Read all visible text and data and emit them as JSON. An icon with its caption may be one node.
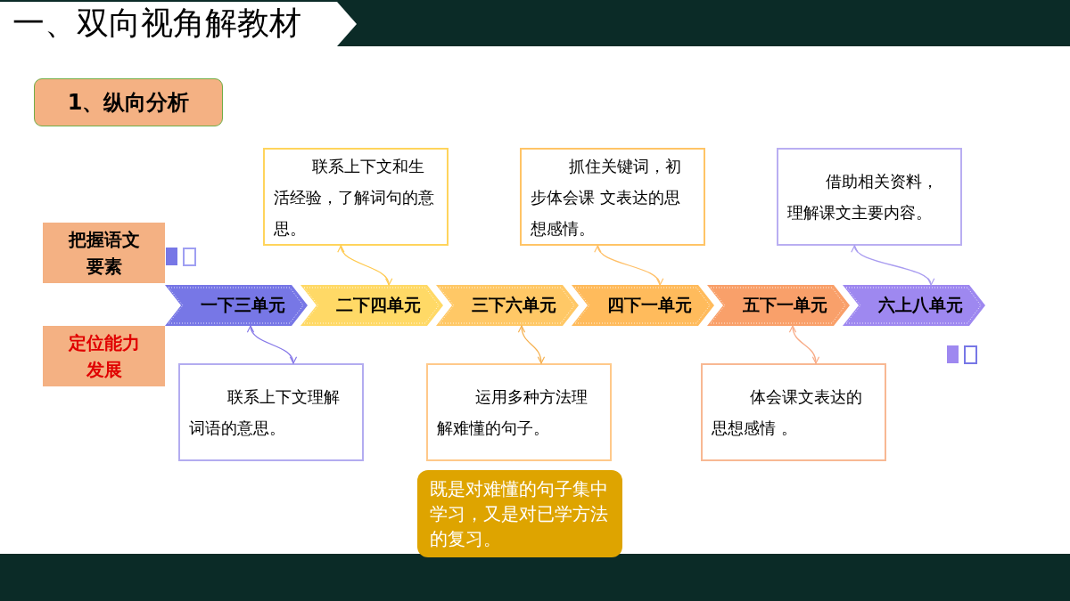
{
  "diagram": {
    "title": "一、双向视角解教材",
    "nodes": [
      {
        "text": [
          "1、纵向分析"
        ]
      },
      {
        "text": [
          "把握语文要素"
        ]
      },
      {
        "text": [
          "定位能力发展"
        ]
      },
      {
        "text": [
          "一下三单元"
        ]
      },
      {
        "text": [
          "二下四单元"
        ]
      },
      {
        "text": [
          "三下六单元"
        ]
      },
      {
        "text": [
          "四下一单元"
        ]
      },
      {
        "text": [
          "五下一单元"
        ]
      },
      {
        "text": [
          "六上八单元"
        ]
      },
      {
        "text": [
          "联系上下文和生活经验，了解词句的意思。"
        ]
      },
      {
        "text": [
          "抓住关键词，初步体会课 文表达的思想感情。"
        ]
      },
      {
        "text": [
          "借助相关资料，理解课文主要内容。"
        ]
      },
      {
        "text": [
          "联系上下文理解词语的意思。"
        ]
      },
      {
        "text": [
          "运用多种方法理解难懂的句子。"
        ]
      },
      {
        "text": [
          "体会课文表达的思想感情 。"
        ]
      },
      {
        "text": [
          "既是对难懂的句子集中学习，又是对已学方法的复习。"
        ]
      }
    ],
    "edges": [
      {
        "from": 9,
        "to": 4,
        "arrow": "both",
        "color": "#ffc94d"
      },
      {
        "from": 10,
        "to": 6,
        "arrow": "both",
        "color": "#ffbf66"
      },
      {
        "from": 11,
        "to": 8,
        "arrow": "both",
        "color": "#a99cf0"
      },
      {
        "from": 3,
        "to": 12,
        "arrow": "both",
        "color": "#8577e8"
      },
      {
        "from": 5,
        "to": 13,
        "arrow": "both",
        "color": "#f5b04f"
      },
      {
        "from": 7,
        "to": 14,
        "arrow": "both",
        "color": "#f8ab86"
      }
    ]
  }
}
